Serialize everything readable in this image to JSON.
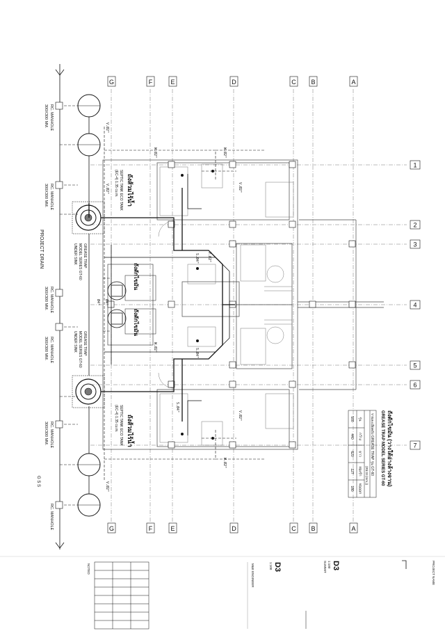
{
  "grid": {
    "letters": [
      "G",
      "F",
      "E",
      "D",
      "C",
      "B",
      "A"
    ],
    "numbers": [
      "1",
      "2",
      "3",
      "4",
      "5",
      "6",
      "7"
    ]
  },
  "labels": {
    "project_drain": "PROJECT DRAIN",
    "gss": "G S S",
    "manhole": "RC. MANHOLE",
    "manhole_size": "300X300 MM.",
    "septic_thai": "ถังส้วมไร้น้ำ",
    "septic_line1": "SEPTIC TANK ECO TANK",
    "septic_line2": "(EC-4) 1.35 cu.m.",
    "grease_thai": "ถังดักไขมัน",
    "grease_line1": "GREASE TRAP",
    "grease_line2": "MODEL SERIES GT-60",
    "grease_line3": "UNDER SINK",
    "pipe_w": "W.Ø2\"",
    "pipe_v": "V.Ø2\"",
    "pipe_s": "S.Ø4\"",
    "pipe_d": "Ø4\""
  },
  "spec_table": {
    "title_thai": "ถังดักไขมัน (วางใต้อ่างล้างจาน)",
    "title_en": "GREASE TRAP MODEL SERIES GT-60",
    "subtitle": "รายละเอียดถัง GREASE TRAP รุ่น GT-60",
    "unit": "(หน่วย (mm.))",
    "headers": [
      "รุ่น",
      "กว้าง",
      "ยาว",
      "ท่อเข้า",
      "ท่อออก"
    ],
    "values": [
      "500",
      "440",
      "620",
      "127",
      "180"
    ]
  },
  "title_block": {
    "project_name": "PROJECT NAME",
    "sheet_code_1": "D3",
    "scale_1": "1:100",
    "sheet_code_2": "D3",
    "scale_2": "1:100",
    "sanitary_label": "SUMMIT",
    "engineer": "M&E ENGINEER",
    "noted": "NOTED"
  }
}
